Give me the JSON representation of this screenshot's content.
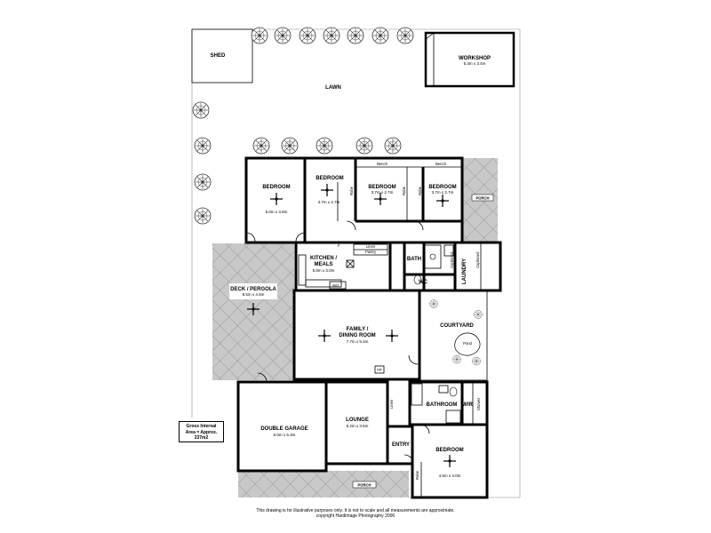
{
  "rooms": {
    "shed": {
      "name": "SHED"
    },
    "workshop": {
      "name": "WORKSHOP",
      "size": "5.3m x 3.4m"
    },
    "lawn": {
      "name": "LAWN"
    },
    "bedroom1": {
      "name": "BEDROOM",
      "size": "5.0m x 3.8m"
    },
    "bedroom2": {
      "name": "BEDROOM",
      "size": "3.7m x 2.7m"
    },
    "bedroom3": {
      "name": "BEDROOM",
      "size": "3.7m x 2.7m"
    },
    "bedroom4": {
      "name": "BEDROOM",
      "size": "3.7m x 2.7m"
    },
    "bedroom5": {
      "name": "BEDROOM",
      "size": "4.5m x 4.0m"
    },
    "porch_rear": {
      "name": "PORCH"
    },
    "porch_front": {
      "name": "PORCH"
    },
    "kitchen": {
      "name": "KITCHEN /",
      "name2": "MEALS",
      "size": "5.8m x 3.0m"
    },
    "bath": {
      "name": "BATH"
    },
    "laundry": {
      "name": "LAUNDRY"
    },
    "wc": {
      "name": "WC"
    },
    "deck": {
      "name": "DECK / PERGOLA",
      "size": "8.5m x 4.9m"
    },
    "family": {
      "name": "FAMILY /",
      "name2": "DINING ROOM",
      "size": "7.7m x 5.4m"
    },
    "courtyard": {
      "name": "COURTYARD"
    },
    "pond": {
      "name": "Pond"
    },
    "garage": {
      "name": "DOUBLE GARAGE",
      "size": "6.0m x 5.3m"
    },
    "lounge": {
      "name": "LOUNGE",
      "size": "5.2m x 3.6m"
    },
    "entry": {
      "name": "ENTRY"
    },
    "bathroom": {
      "name": "BATHROOM"
    },
    "wir": {
      "name": "WIR"
    }
  },
  "fixtures": {
    "bench1": "Bench",
    "bench2": "Bench",
    "robe1": "Robe",
    "robe2": "Robe",
    "robe3": "Robe",
    "robe4": "Robe",
    "linen_pantry_1": "Linen",
    "linen_pantry_2": "Pantry",
    "cupboard1": "Cupboard",
    "cupboard2": "Cupboard",
    "linen": "Linen",
    "wo": "WO",
    "fp": "FP",
    "fridge": "F",
    "shower": "Shower"
  },
  "area_note": {
    "line1": "Gross Internal",
    "line2": "Area = Approx.",
    "line3": "237m2"
  },
  "footer": {
    "line1": "This drawing is for illustrative purposes only.  It is not to scale and all measurements are approximate.",
    "line2": "copyright Hardimage Photography 2006"
  }
}
